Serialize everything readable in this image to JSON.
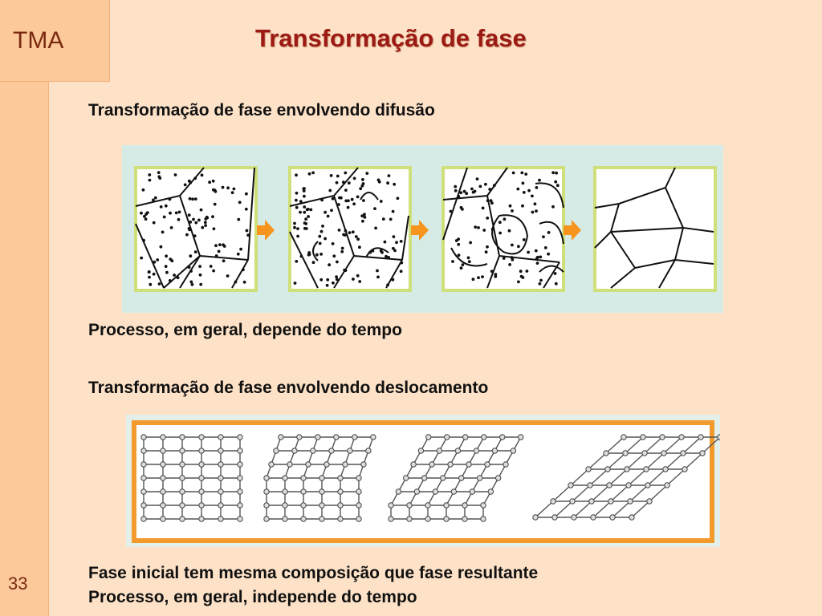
{
  "header": {
    "logo_text": "TMA",
    "title": "Transformação de fase"
  },
  "content": {
    "heading_diffusion": "Transformação de fase envolvendo difusão",
    "note_diffusion": "Processo, em geral, depende do tempo",
    "heading_displacive": "Transformação de fase envolvendo deslocamento",
    "note_displacive_1": "Fase inicial tem mesma composição que fase resultante",
    "note_displacive_2": "Processo, em geral, independe do tempo"
  },
  "footer": {
    "page_number": "33"
  },
  "colors": {
    "background": "#fde2c8",
    "sidebar": "#fbc99a",
    "title": "#9b1a14",
    "arrow": "#f7941d",
    "frame_green": "#cfe07a",
    "frame_orange": "#f39a2d"
  }
}
